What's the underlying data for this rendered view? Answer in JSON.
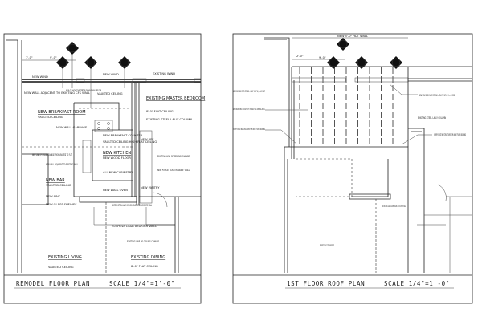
{
  "left_plan": {
    "title": "REMODEL FLOOR PLAN",
    "scale": "SCALE 1/4\"=1'-0\"",
    "dims": [
      "7'-0\"",
      "9'-0\""
    ],
    "section_markers": [
      {
        "letter": "A",
        "sheet": "A-1"
      },
      {
        "letter": "B",
        "sheet": "A-1"
      },
      {
        "letter": "C",
        "sheet": "A-1"
      },
      {
        "letter": "D",
        "sheet": "A-1"
      }
    ],
    "rooms": {
      "breakfast": "NEW BREAKFAST ROOM",
      "breakfast_sub": "VAULTED CEILING",
      "master": "EXISTING MASTER BEDROOM",
      "master_sub": "8'-0\" FLAT CEILING",
      "kitchen": "NEW KITCHEN",
      "kitchen_sub": "NEW WOOD FLOOR",
      "bar": "NEW BAR",
      "bar_sub": "VAULTED CEILING",
      "living": "EXISTING LIVING",
      "living_sub": "VAULTED CEILING",
      "dining": "EXISTING DINING",
      "dining_sub": "8'-0\" FLAT CEILING"
    },
    "notes": {
      "new_wind_l": "NEW WIND",
      "new_wind_c": "NEW WIND",
      "existing_wind": "EXISTING WIND",
      "new_wall_adj": "NEW WALL ADJACENT TO EXISTING CFS WALL",
      "countertop": "NEW 42\" HIGH COUNTERTOP ON HALF WALL BELOW",
      "vaulted": "VAULTED CEILING",
      "steel_lally": "EXISTING STEEL LALLY COLUMN",
      "new_wall_gb": "NEW WALL GARBAGE",
      "breakfast_counter": "NEW BREAKFAST COUNTER",
      "vaulted_high": "VAULTED CEILING HIGH FLAT CEILING",
      "all_new_cab": "ALL NEW CABINETRY",
      "line_ceiling": "EXISTING LINE OF CEILING CHANGE",
      "pocket_door": "NEW POCKET DOOR IN NEW 4\" WALL",
      "new_line_ceiling": "NEW LINE OF CEILING CHANGE FROM VAULTED TO FLAT",
      "new_wall_existing": "NEW WALL ADJACENT TO EXISTING WALL",
      "new_sink": "NEW SINK",
      "glass_shelves": "NEW GLASS SHELVES",
      "new_wall_oven": "NEW WALL OVEN",
      "lally_below": "EXISTING STEEL LALLY COLUMN BELOW 2ND FLOOR CFS WALL",
      "load_bearing": "EXISTING LOAD BEARING WALL",
      "line_ceiling_2": "EXISTING LINE OF CEILING CHANGE",
      "pantry": "NEW PANTRY",
      "new_ref": "NEW REF"
    }
  },
  "right_plan": {
    "title": "1ST FLOOR ROOF PLAN",
    "scale": "SCALE 1/4\"=1'-0\"",
    "dims": [
      "NEW 5'-0\" HDT WALL",
      "2'-0\"",
      "9'-0\""
    ],
    "section_markers": [
      {
        "letter": "A",
        "sheet": "A-1"
      },
      {
        "letter": "B",
        "sheet": "A-1"
      },
      {
        "letter": "C",
        "sheet": "A-1"
      },
      {
        "letter": "D",
        "sheet": "A-1"
      }
    ],
    "notes": {
      "beam_l": "NEW CONC BEAM OVER OPENING = FDL 8\" X 16\" W/ 4 = #5 CONT.",
      "trusses": "NEW ENGINEERED WOOD ROOF TRUSSES FULL SPACING 24\" OC",
      "verify_l": "VERIFY EXISTING STRUCTURE FOR NEW TRUSS BEARING",
      "beam_r": "NEW CONC BEAM OVER OPENING = FDL 8\" X 16\" W/ 4 = #5 CONT.",
      "lally": "EXISTING STEEL LALLY COLUMN",
      "verify_r": "VERIFY EXISTING STRUCTURE FOR NEW TRUSS BEARING",
      "lally_below": "EXISTING STEEL LALLY COLUMN BELOW 2ND FLOOR CFS WALL",
      "existing_trusses": "EXISTING TRUSSES"
    }
  }
}
